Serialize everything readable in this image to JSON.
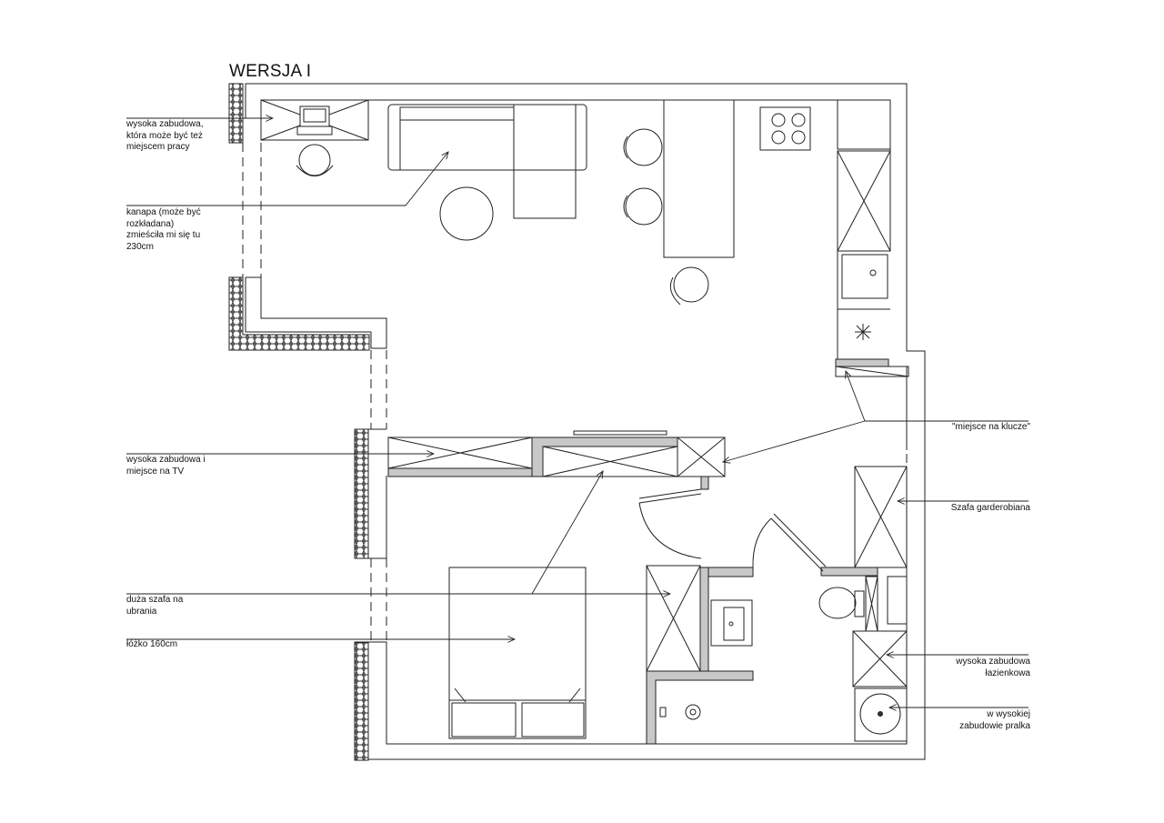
{
  "title": "WERSJA I",
  "colors": {
    "line": "#222222",
    "wall_fill": "#c8c8c8",
    "background": "#ffffff"
  },
  "annotations": {
    "desk": "wysoka zabudowa,\nktóra może być też\nmiejscem pracy",
    "sofa": "kanapa (może być\nrozkładana)\nzmieściła mi się tu\n230cm",
    "tv": "wysoka zabudowa i\nmiejsce na TV",
    "wardrobe": "duża szafa na\nubrania",
    "bed": "łóżko 160cm",
    "keys": "\"miejsce na klucze\"",
    "walkin": "Szafa garderobiana",
    "bath_cabinet": "wysoka zabudowa\nłazienkowa",
    "washer": "w wysokiej\nzabudowie pralka"
  }
}
